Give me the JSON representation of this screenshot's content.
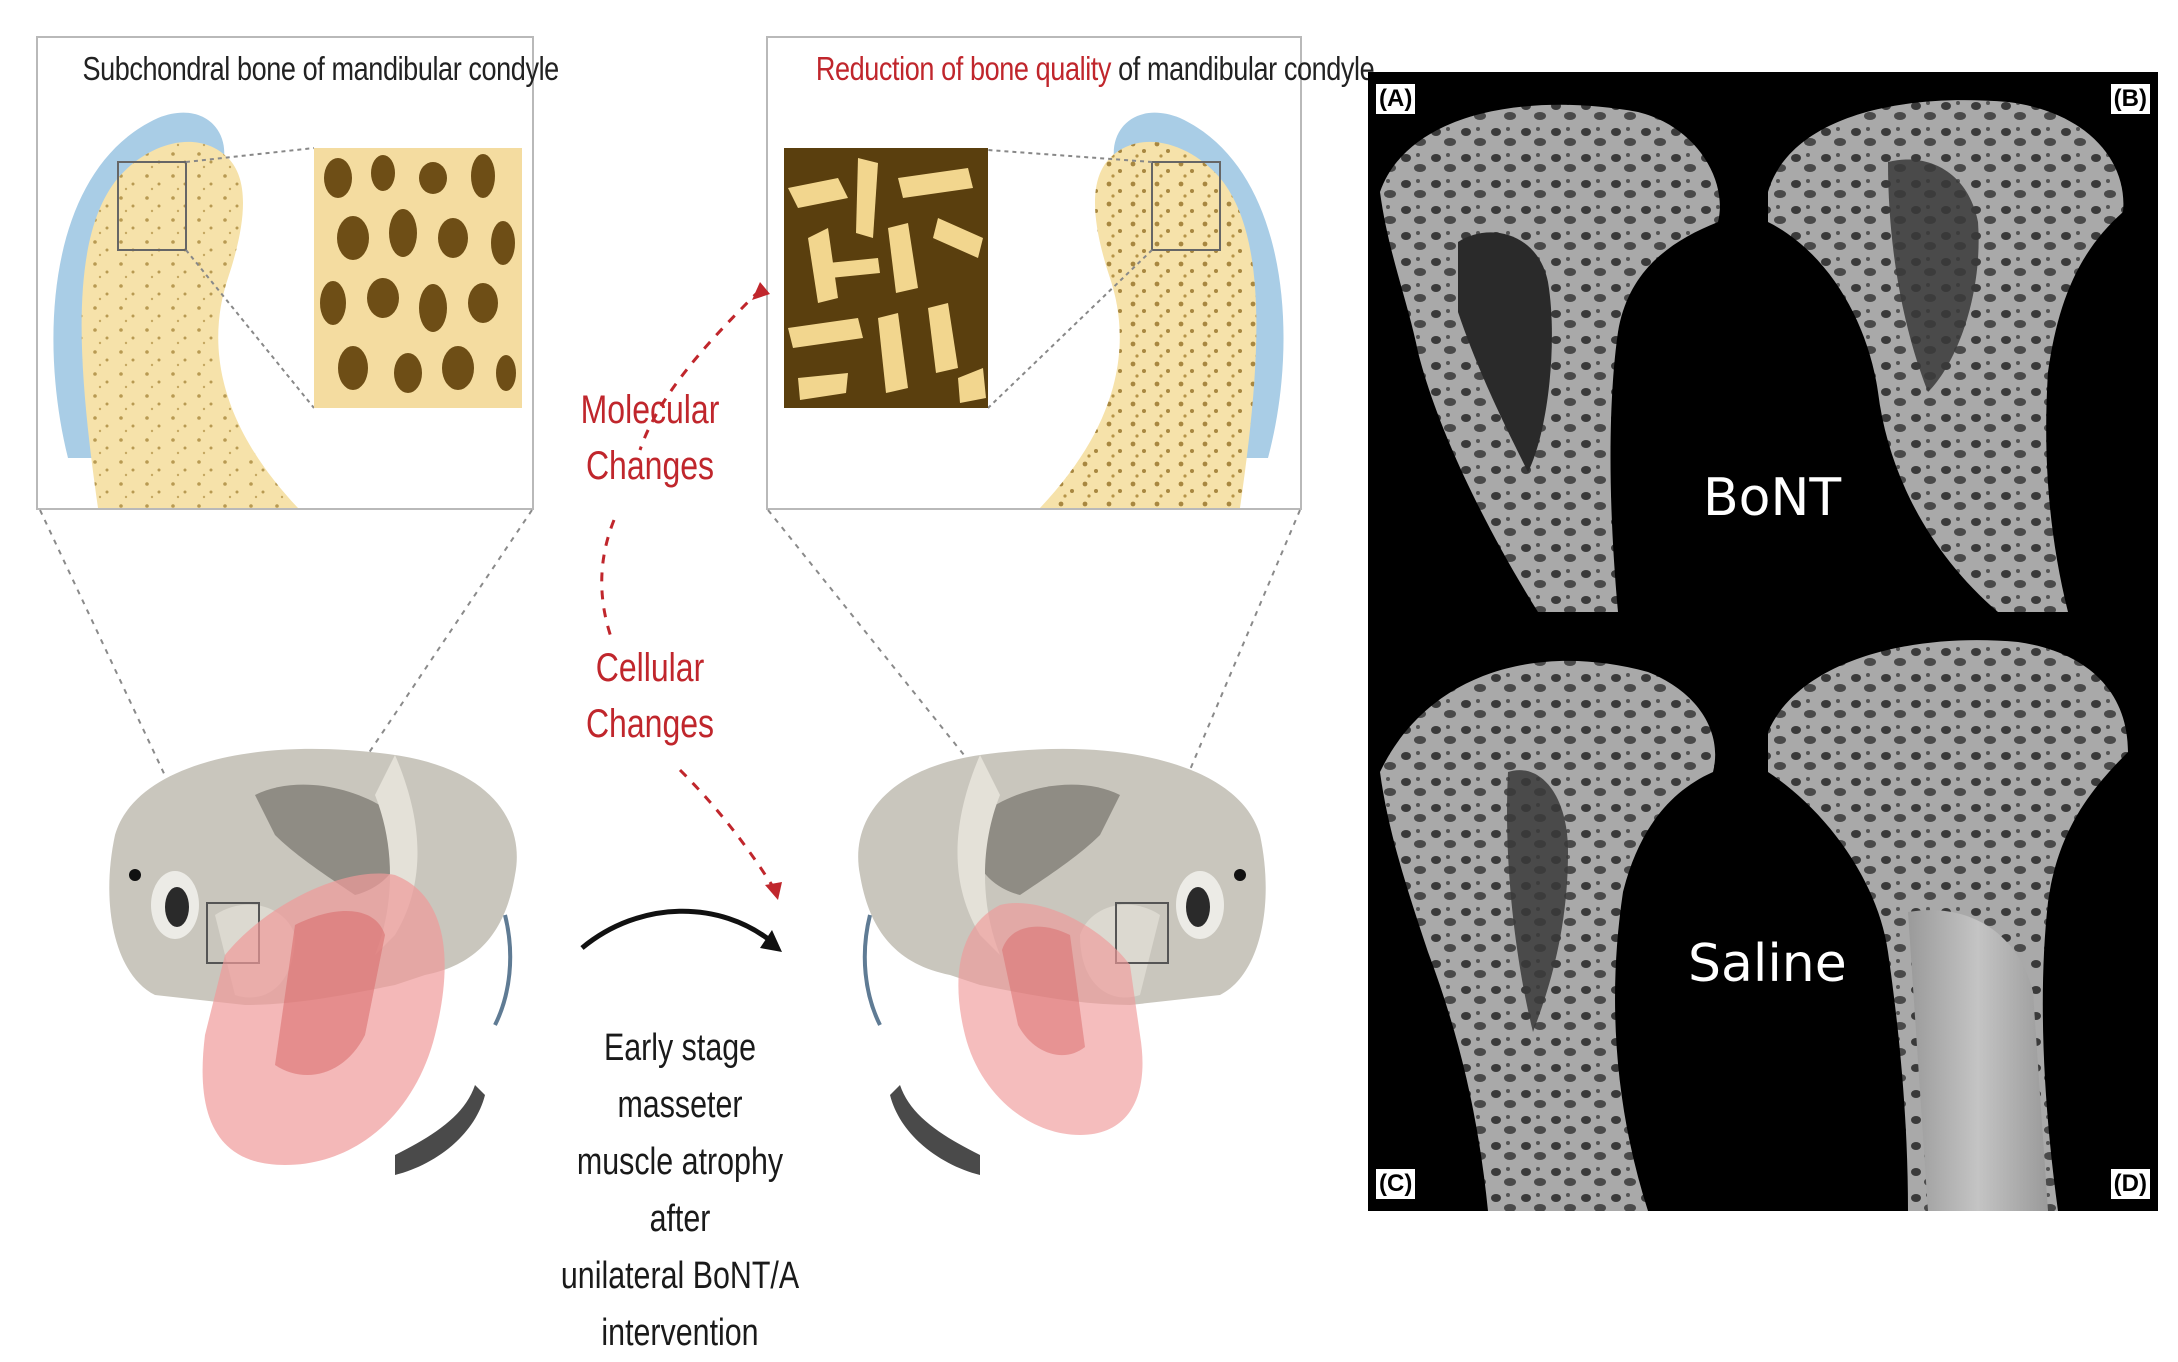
{
  "left_box": {
    "title": "Subchondral bone of mandibular condyle"
  },
  "right_box": {
    "title_highlight": "Reduction of bone quality",
    "title_rest": " of mandibular condyle"
  },
  "annotations": {
    "molecular_line1": "Molecular",
    "molecular_line2": "Changes",
    "cellular_line1": "Cellular",
    "cellular_line2": "Changes"
  },
  "caption": {
    "line1": "Early stage masseter",
    "line2": "muscle atrophy after",
    "line3": "unilateral BoNT/A",
    "line4": "intervention"
  },
  "ct_panel": {
    "labels": [
      "(A)",
      "(B)",
      "(C)",
      "(D)"
    ],
    "group_top": "BoNT",
    "group_bottom": "Saline"
  },
  "colors": {
    "bone_fill": "#f6e2aa",
    "cartilage": "#a9cde6",
    "trabecular_dark": "#5a3f0e",
    "annotation_red": "#c0262c",
    "muscle_red": "#f09a9a",
    "skull_gray": "#c9c6bd"
  }
}
